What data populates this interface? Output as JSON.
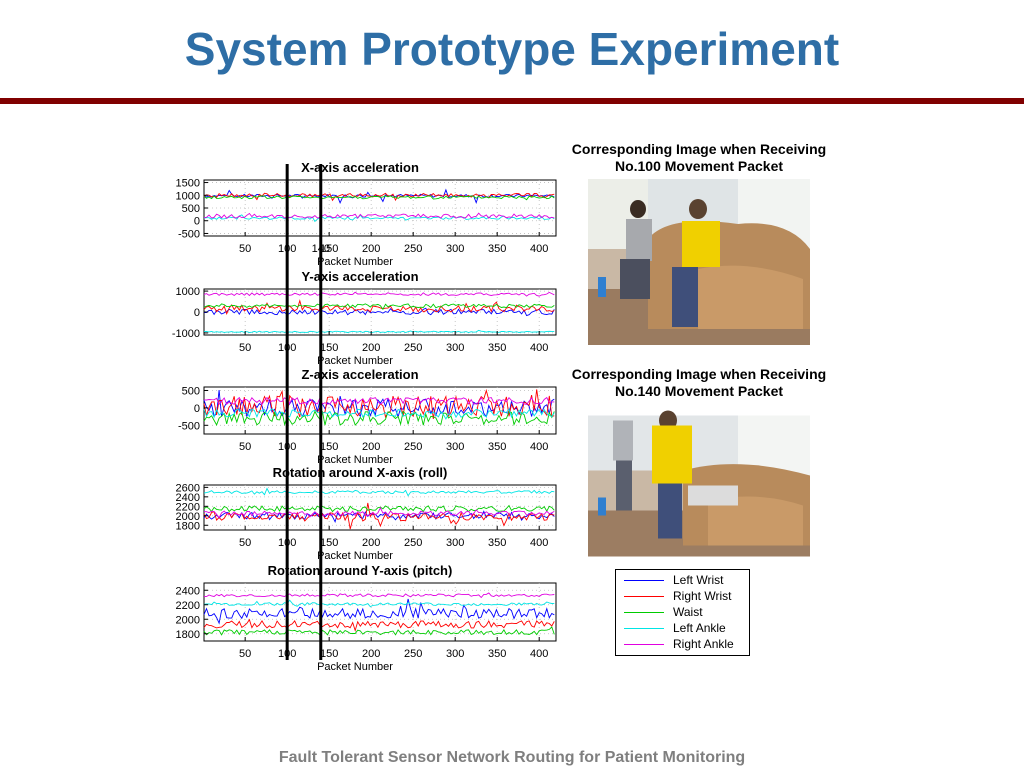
{
  "slide": {
    "title": "System Prototype Experiment",
    "footer": "Fault Tolerant Sensor Network Routing for Patient Monitoring"
  },
  "images": [
    {
      "caption_line1": "Corresponding Image when Receiving",
      "caption_line2": "No.100 Movement Packet"
    },
    {
      "caption_line1": "Corresponding Image when Receiving",
      "caption_line2": "No.140 Movement Packet"
    }
  ],
  "legend": [
    {
      "label": "Left Wrist",
      "color": "#0000ff"
    },
    {
      "label": "Right Wrist",
      "color": "#ff0000"
    },
    {
      "label": "Waist",
      "color": "#00cc00"
    },
    {
      "label": "Left Ankle",
      "color": "#00e5e5"
    },
    {
      "label": "Right Ankle",
      "color": "#e000e0"
    }
  ],
  "chart_data": [
    {
      "type": "line",
      "title": "X-axis acceleration",
      "xlabel": "Packet Number",
      "xlim": [
        1,
        420
      ],
      "ylim": [
        -600,
        1600
      ],
      "xticks": [
        "50",
        "100",
        "140",
        "150",
        "200",
        "250",
        "300",
        "350",
        "400"
      ],
      "xtick_values": [
        50,
        100,
        140,
        150,
        200,
        250,
        300,
        350,
        400
      ],
      "yticks": [
        "1500",
        "1000",
        "500",
        "0",
        "-500"
      ],
      "ytick_values": [
        1500,
        1000,
        500,
        0,
        -500
      ],
      "markers": [
        100,
        140
      ],
      "series": [
        {
          "name": "Left Wrist",
          "base": 980,
          "amp": 60,
          "spike": 280
        },
        {
          "name": "Right Wrist",
          "base": 1000,
          "amp": 70,
          "spike": 250
        },
        {
          "name": "Waist",
          "base": 920,
          "amp": 60,
          "spike": 90
        },
        {
          "name": "Left Ankle",
          "base": 100,
          "amp": 50,
          "spike": 120
        },
        {
          "name": "Right Ankle",
          "base": 180,
          "amp": 80,
          "spike": 100
        }
      ]
    },
    {
      "type": "line",
      "title": "Y-axis acceleration",
      "xlabel": "Packet Number",
      "xlim": [
        1,
        420
      ],
      "ylim": [
        -1100,
        1100
      ],
      "xticks": [
        "50",
        "100",
        "150",
        "200",
        "250",
        "300",
        "350",
        "400"
      ],
      "xtick_values": [
        50,
        100,
        150,
        200,
        250,
        300,
        350,
        400
      ],
      "yticks": [
        "1000",
        "0",
        "-1000"
      ],
      "ytick_values": [
        1000,
        0,
        -1000
      ],
      "markers": [
        100,
        140
      ],
      "series": [
        {
          "name": "Left Wrist",
          "base": 0,
          "amp": 130,
          "spike": 250
        },
        {
          "name": "Right Wrist",
          "base": 150,
          "amp": 150,
          "spike": 280
        },
        {
          "name": "Waist",
          "base": 300,
          "amp": 90,
          "spike": 120
        },
        {
          "name": "Left Ankle",
          "base": -950,
          "amp": 30,
          "spike": 40
        },
        {
          "name": "Right Ankle",
          "base": 850,
          "amp": 60,
          "spike": 80
        }
      ]
    },
    {
      "type": "line",
      "title": "Z-axis acceleration",
      "xlabel": "Packet Number",
      "xlim": [
        1,
        420
      ],
      "ylim": [
        -750,
        600
      ],
      "xticks": [
        "50",
        "100",
        "150",
        "200",
        "250",
        "300",
        "350",
        "400"
      ],
      "xtick_values": [
        50,
        100,
        150,
        200,
        250,
        300,
        350,
        400
      ],
      "yticks": [
        "500",
        "0",
        "-500"
      ],
      "ytick_values": [
        500,
        0,
        -500
      ],
      "markers": [
        100,
        140
      ],
      "series": [
        {
          "name": "Left Wrist",
          "base": 0,
          "amp": 260,
          "spike": 350
        },
        {
          "name": "Right Wrist",
          "base": 50,
          "amp": 320,
          "spike": 400
        },
        {
          "name": "Waist",
          "base": -300,
          "amp": 200,
          "spike": 150
        },
        {
          "name": "Left Ankle",
          "base": -150,
          "amp": 120,
          "spike": 100
        },
        {
          "name": "Right Ankle",
          "base": 200,
          "amp": 100,
          "spike": 120
        }
      ]
    },
    {
      "type": "line",
      "title": "Rotation around X-axis (roll)",
      "xlabel": "Packet Number",
      "xlim": [
        1,
        420
      ],
      "ylim": [
        1700,
        2650
      ],
      "xticks": [
        "50",
        "100",
        "150",
        "200",
        "250",
        "300",
        "350",
        "400"
      ],
      "xtick_values": [
        50,
        100,
        150,
        200,
        250,
        300,
        350,
        400
      ],
      "yticks": [
        "2600",
        "2400",
        "2200",
        "2000",
        "1800"
      ],
      "ytick_values": [
        2600,
        2400,
        2200,
        2000,
        1800
      ],
      "markers": [
        100,
        140
      ],
      "series": [
        {
          "name": "Left Wrist",
          "base": 2000,
          "amp": 70,
          "spike": 180
        },
        {
          "name": "Right Wrist",
          "base": 1980,
          "amp": 90,
          "spike": 250
        },
        {
          "name": "Waist",
          "base": 2150,
          "amp": 60,
          "spike": 90
        },
        {
          "name": "Left Ankle",
          "base": 2500,
          "amp": 30,
          "spike": 60
        },
        {
          "name": "Right Ankle",
          "base": 2050,
          "amp": 50,
          "spike": 80
        }
      ]
    },
    {
      "type": "line",
      "title": "Rotation around Y-axis (pitch)",
      "xlabel": "Packet Number",
      "xlim": [
        1,
        420
      ],
      "ylim": [
        1700,
        2500
      ],
      "xticks": [
        "50",
        "100",
        "150",
        "200",
        "250",
        "300",
        "350",
        "400"
      ],
      "xtick_values": [
        50,
        100,
        150,
        200,
        250,
        300,
        350,
        400
      ],
      "yticks": [
        "2400",
        "2200",
        "2000",
        "1800"
      ],
      "ytick_values": [
        2400,
        2200,
        2000,
        1800
      ],
      "markers": [
        100,
        140
      ],
      "series": [
        {
          "name": "Left Wrist",
          "base": 2080,
          "amp": 70,
          "spike": 200
        },
        {
          "name": "Right Wrist",
          "base": 1930,
          "amp": 50,
          "spike": 90
        },
        {
          "name": "Waist",
          "base": 1820,
          "amp": 35,
          "spike": 60
        },
        {
          "name": "Left Ankle",
          "base": 2210,
          "amp": 20,
          "spike": 40
        },
        {
          "name": "Right Ankle",
          "base": 2330,
          "amp": 20,
          "spike": 30
        }
      ]
    }
  ]
}
